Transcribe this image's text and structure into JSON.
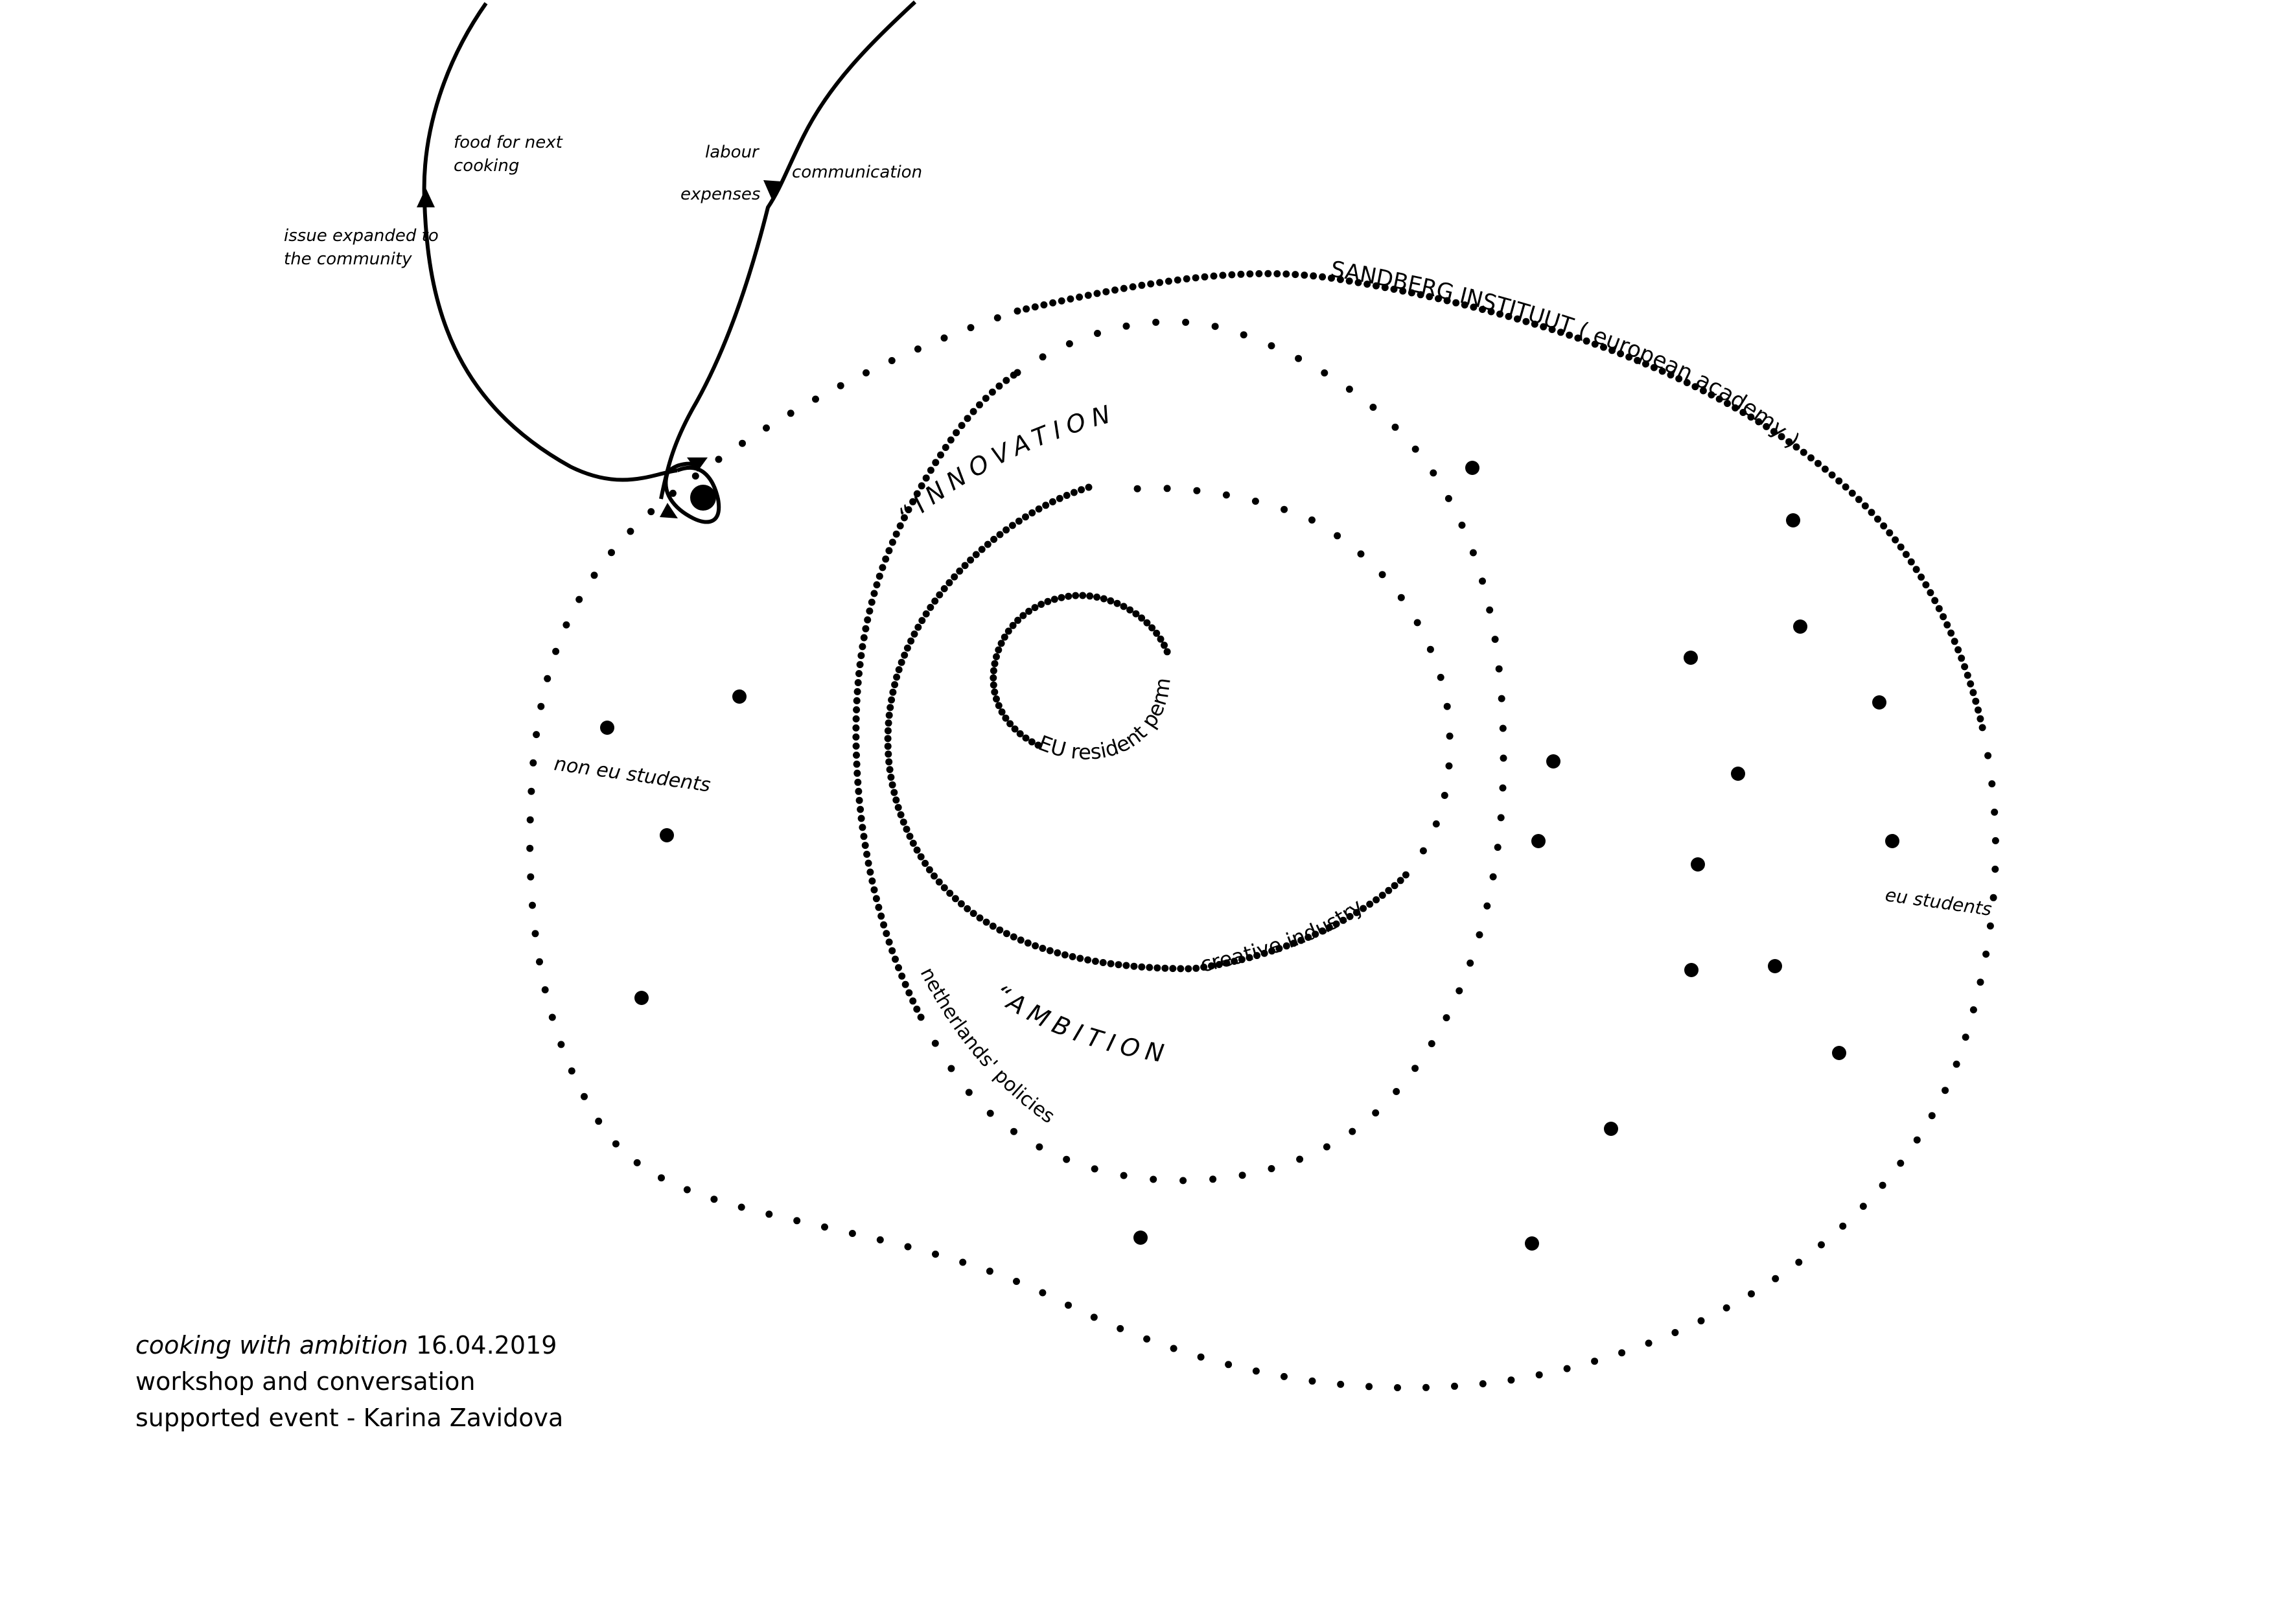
{
  "diagram": {
    "rings": {
      "outer": "SANDBERG INSTITUUT ( european academy )",
      "policies": "netherlands' policies",
      "industry": "creative industry",
      "permit": "EU resident permit"
    },
    "words": {
      "innovation": "“INNOVATION”",
      "ambition": "“AMBITION”"
    },
    "groups": {
      "non_eu": "non eu students",
      "eu": "eu students"
    },
    "flows": {
      "food": [
        "food for next",
        "cooking"
      ],
      "community": [
        "issue expanded to",
        "the community"
      ],
      "labour": "labour",
      "expenses": "expenses",
      "communication": "communication"
    }
  },
  "caption": {
    "title_italic": "cooking with ambition",
    "date": "16.04.2019",
    "line2": "workshop and conversation",
    "line3": "supported event - Karina Zavidova"
  }
}
